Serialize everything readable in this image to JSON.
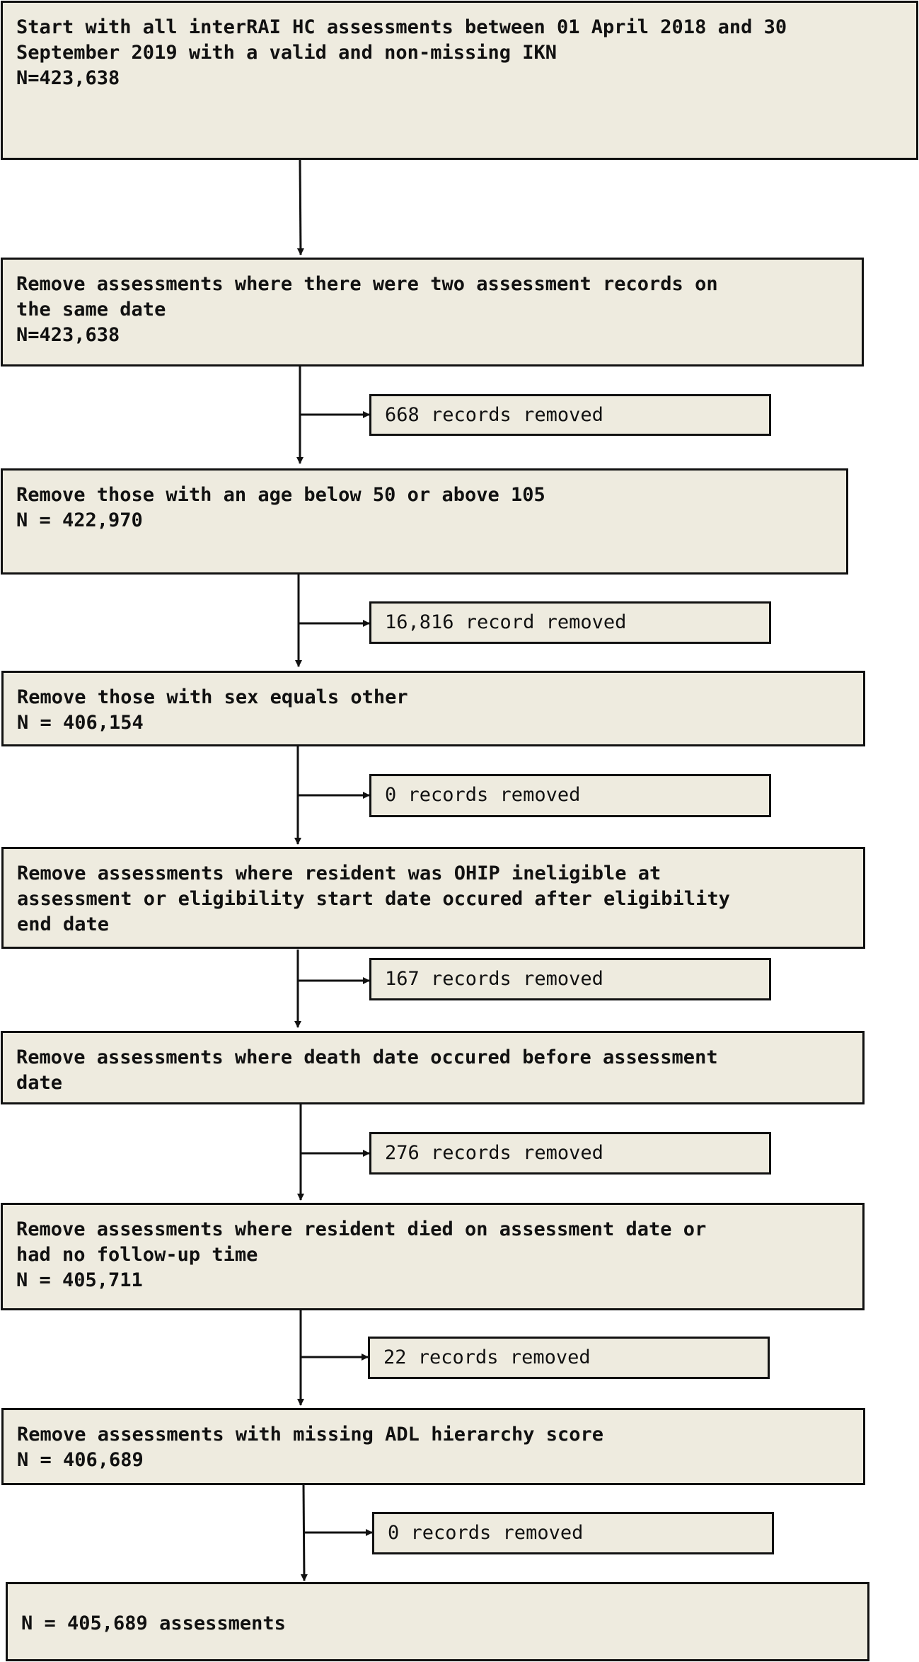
{
  "steps": [
    {
      "lines": [
        "Start with all interRAI HC assessments between 01 April 2018 and 30",
        "September 2019 with a valid and non-missing IKN",
        "N=423,638"
      ]
    },
    {
      "lines": [
        "Remove assessments where there were two assessment records on",
        "the same date",
        "N=423,638"
      ]
    },
    {
      "lines": [
        "Remove those with an age below 50 or above 105",
        "N = 422,970"
      ]
    },
    {
      "lines": [
        "Remove those with sex equals other",
        "N = 406,154"
      ]
    },
    {
      "lines": [
        "Remove assessments where resident was OHIP ineligible at",
        "assessment or eligibility start date occured after eligibility",
        "end date"
      ]
    },
    {
      "lines": [
        "Remove assessments where death date occured before assessment",
        "date"
      ]
    },
    {
      "lines": [
        "Remove assessments where resident died on assessment date or",
        "had no follow-up time",
        "N = 405,711"
      ]
    },
    {
      "lines": [
        "Remove assessments with missing ADL hierarchy score",
        "N = 406,689"
      ]
    }
  ],
  "removals": [
    "668 records removed",
    "16,816 record removed",
    "0 records removed",
    "167 records removed",
    "276 records removed",
    "22 records removed",
    "0 records removed"
  ],
  "final": "N = 405,689 assessments",
  "colors": {
    "box_fill": "#eeebdf",
    "border": "#111111",
    "text": "#111111"
  }
}
